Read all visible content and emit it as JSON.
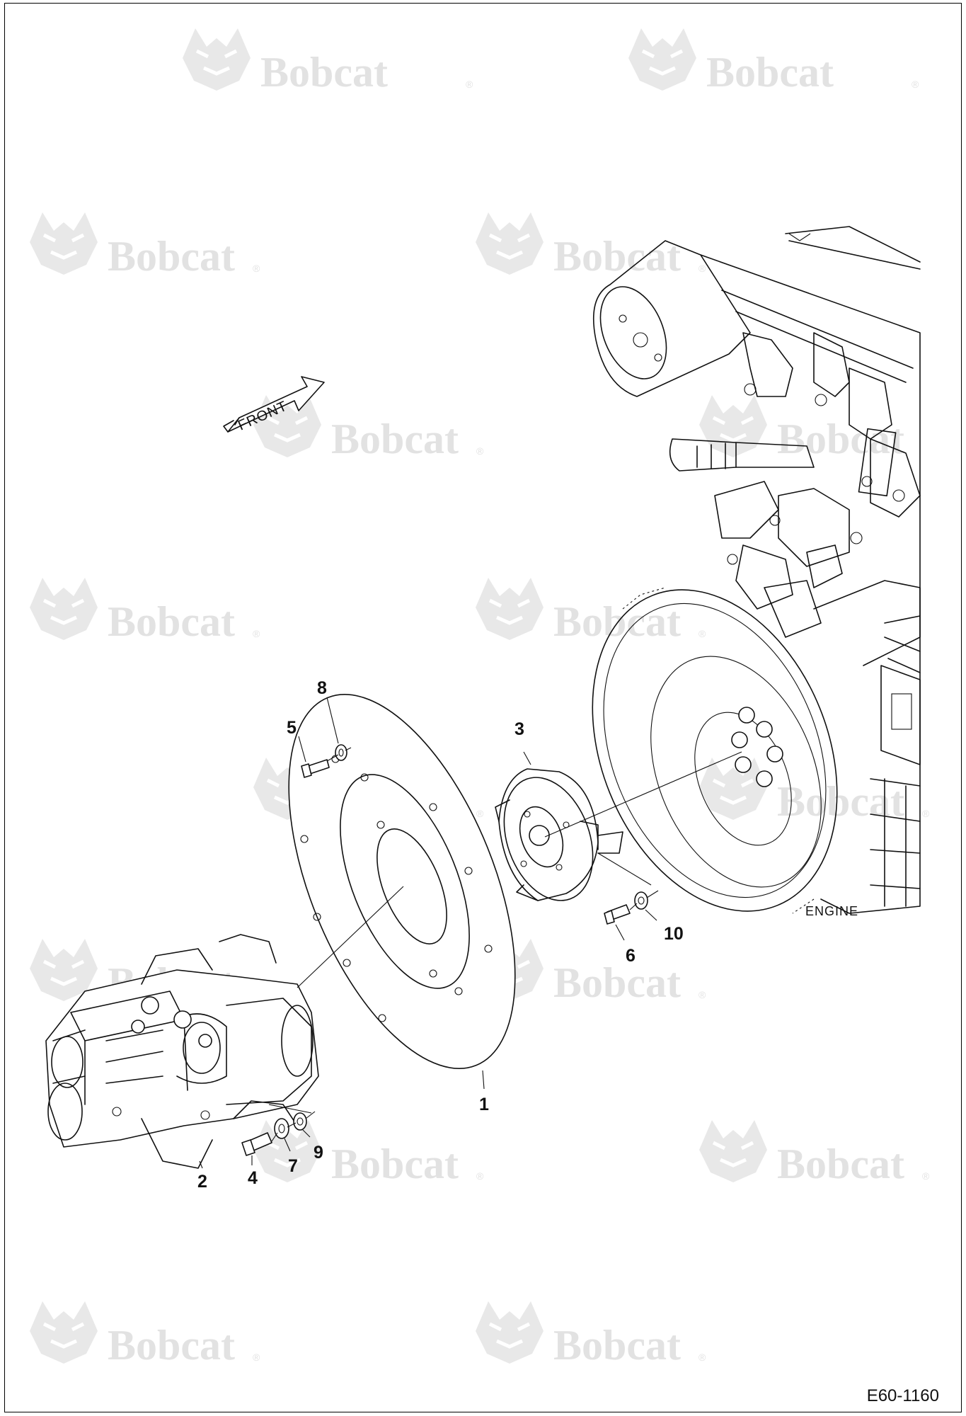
{
  "watermark": {
    "brand": "Bobcat",
    "reg_mark": "®"
  },
  "diagram": {
    "front_arrow_label": "FRONT",
    "engine_label": "ENGINE",
    "callouts": [
      "1",
      "2",
      "3",
      "4",
      "5",
      "6",
      "7",
      "8",
      "9",
      "10"
    ]
  },
  "figure_id": "E60-1160"
}
